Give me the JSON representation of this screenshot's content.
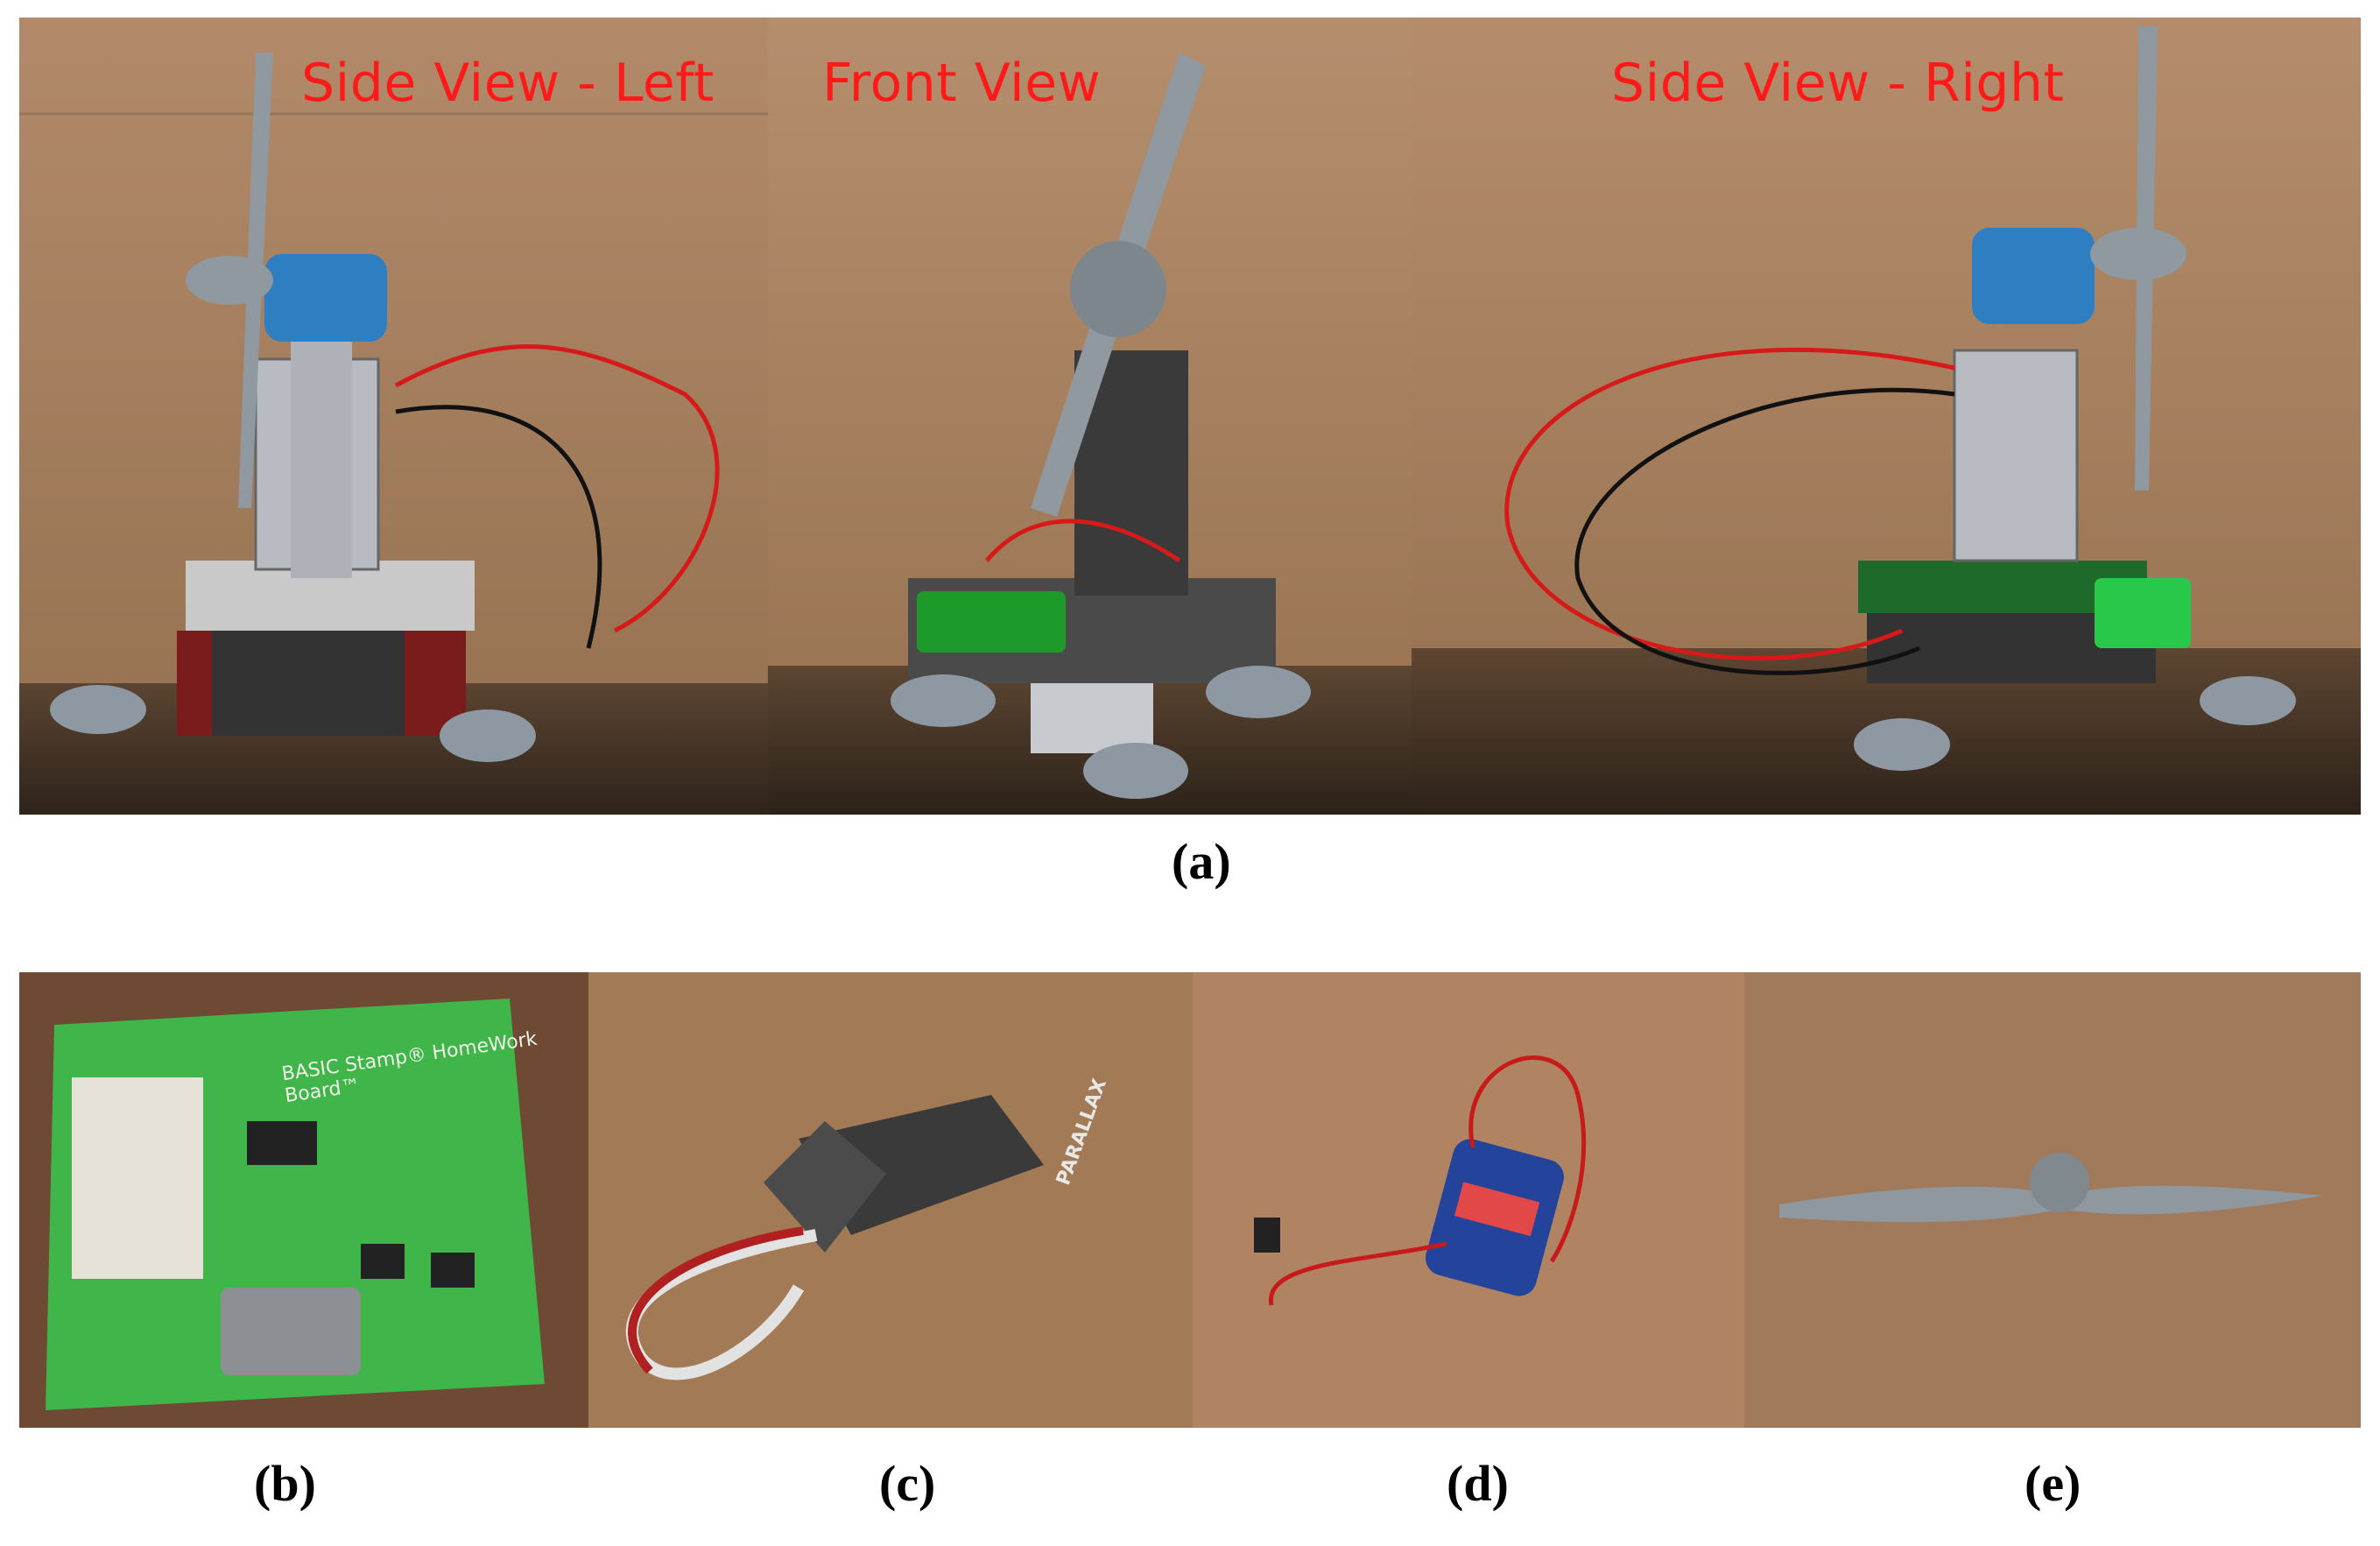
{
  "figure": {
    "panel_a": {
      "caption": "(a)",
      "views": [
        {
          "label": "Side View - Left"
        },
        {
          "label": "Front View"
        },
        {
          "label": "Side View - Right"
        }
      ]
    },
    "panel_b": {
      "caption": "(b)",
      "board_text": "BASIC Stamp® HomeWork Board™"
    },
    "panel_c": {
      "caption": "(c)",
      "servo_text": "PARALLAX"
    },
    "panel_d": {
      "caption": "(d)"
    },
    "panel_e": {
      "caption": "(e)"
    }
  },
  "colors": {
    "label_red": "#ff1a1a",
    "cardboard": "#a27a5a",
    "floor": "#4a3a2c",
    "propeller": "#8f999f"
  }
}
